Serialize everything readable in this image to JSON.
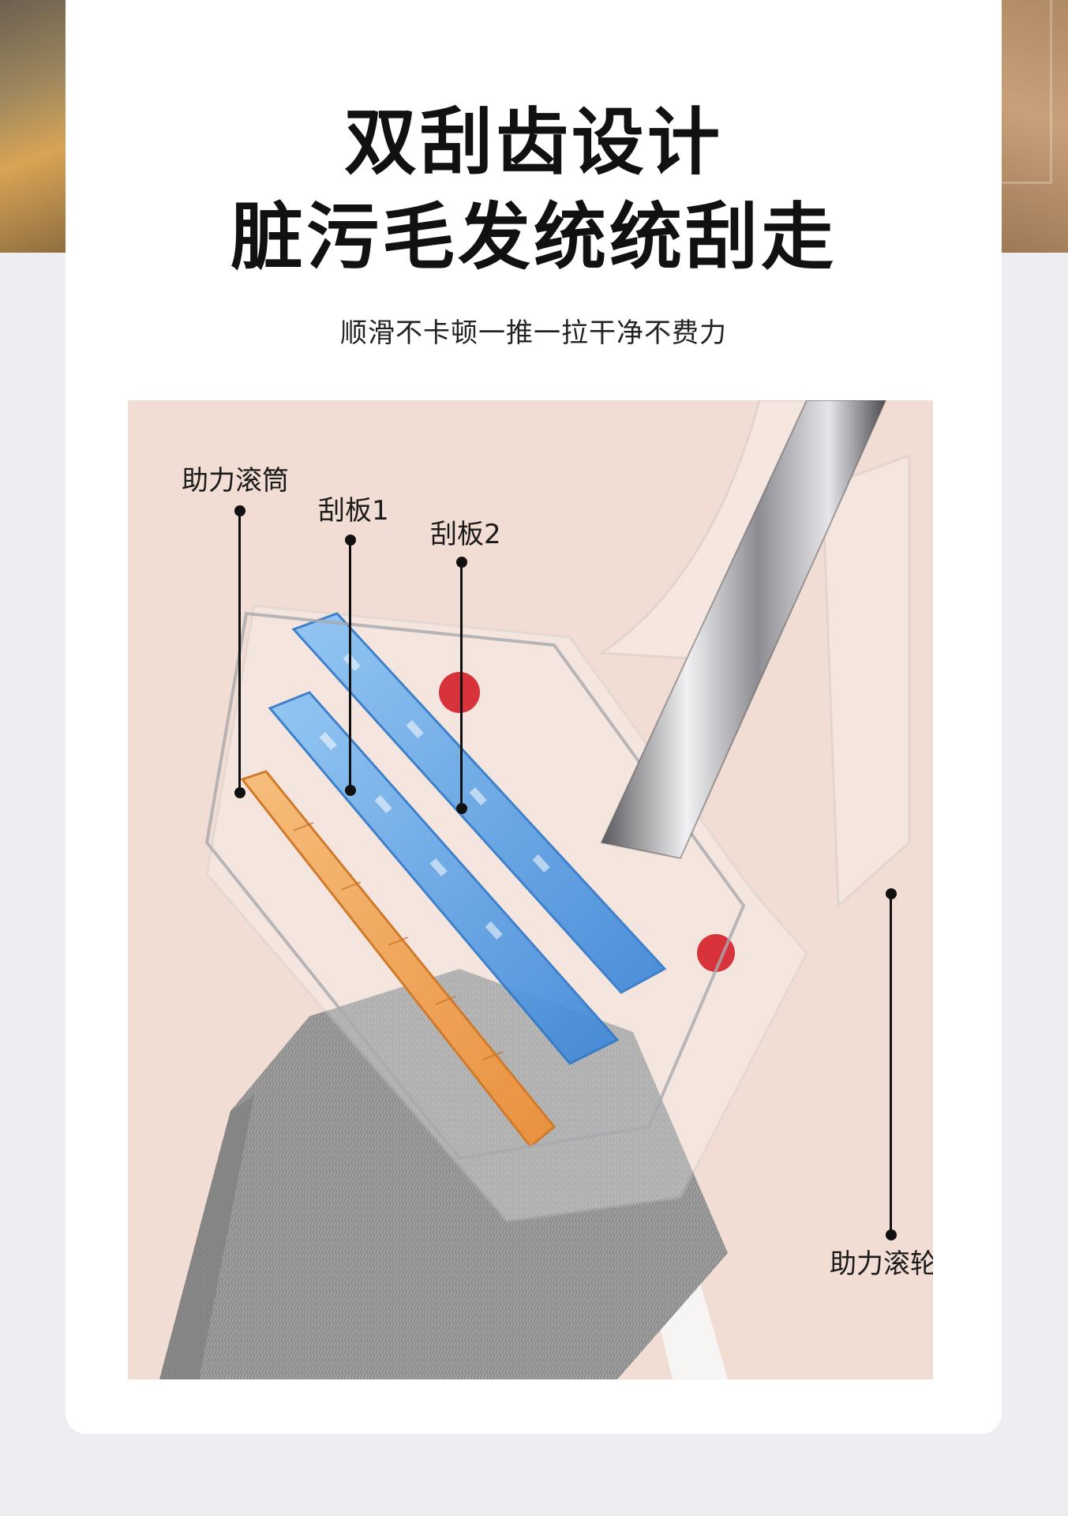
{
  "header": {
    "title_line1": "双刮齿设计",
    "title_line2": "脏污毛发统统刮走",
    "subtitle": "顺滑不卡顿一推一拉干净不费力"
  },
  "callouts": {
    "roller_drum": "助力滚筒",
    "scraper1": "刮板1",
    "scraper2": "刮板2",
    "roller_wheel": "助力滚轮"
  },
  "colors": {
    "background": "#eceef2",
    "card": "#ffffff",
    "figure_bg": "#f1ddd3",
    "scraper_blue": "#4f9be6",
    "drum_orange": "#f2a45a",
    "mop_gray": "#8f8f8f",
    "wheel_red": "#d8323a"
  }
}
